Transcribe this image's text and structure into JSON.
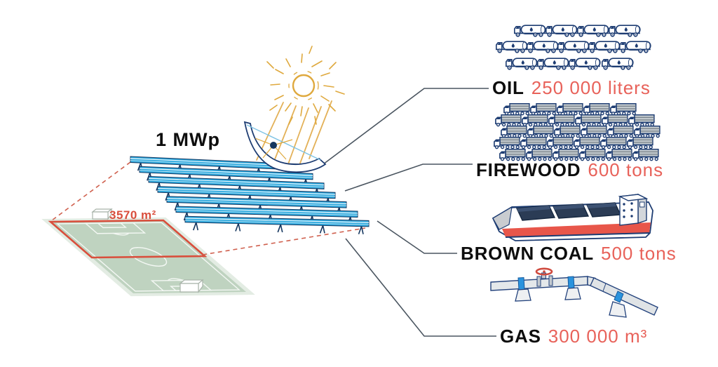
{
  "array": {
    "power_label": "1 MWp"
  },
  "field": {
    "area_label": "3570 m²"
  },
  "comparisons": [
    {
      "id": "oil",
      "label": "OIL",
      "value": "250 000 liters",
      "icon": "oil-tanker-trucks-icon"
    },
    {
      "id": "firewood",
      "label": "FIREWOOD",
      "value": "600 tons",
      "icon": "firewood-trucks-icon"
    },
    {
      "id": "brown-coal",
      "label": "BROWN COAL",
      "value": "500 tons",
      "icon": "coal-barge-icon"
    },
    {
      "id": "gas",
      "label": "GAS",
      "value": "300 000 m³",
      "icon": "gas-pipeline-icon"
    }
  ],
  "colors": {
    "value_text_red": "#e8625a",
    "field_outline_red": "#d94e3c",
    "panel_blue": "#2aa7dd",
    "outline_navy": "#1d3c72",
    "sun_gold": "#dfa93e",
    "field_green": "#bfd3c0",
    "connector_gray": "#4a5560"
  }
}
